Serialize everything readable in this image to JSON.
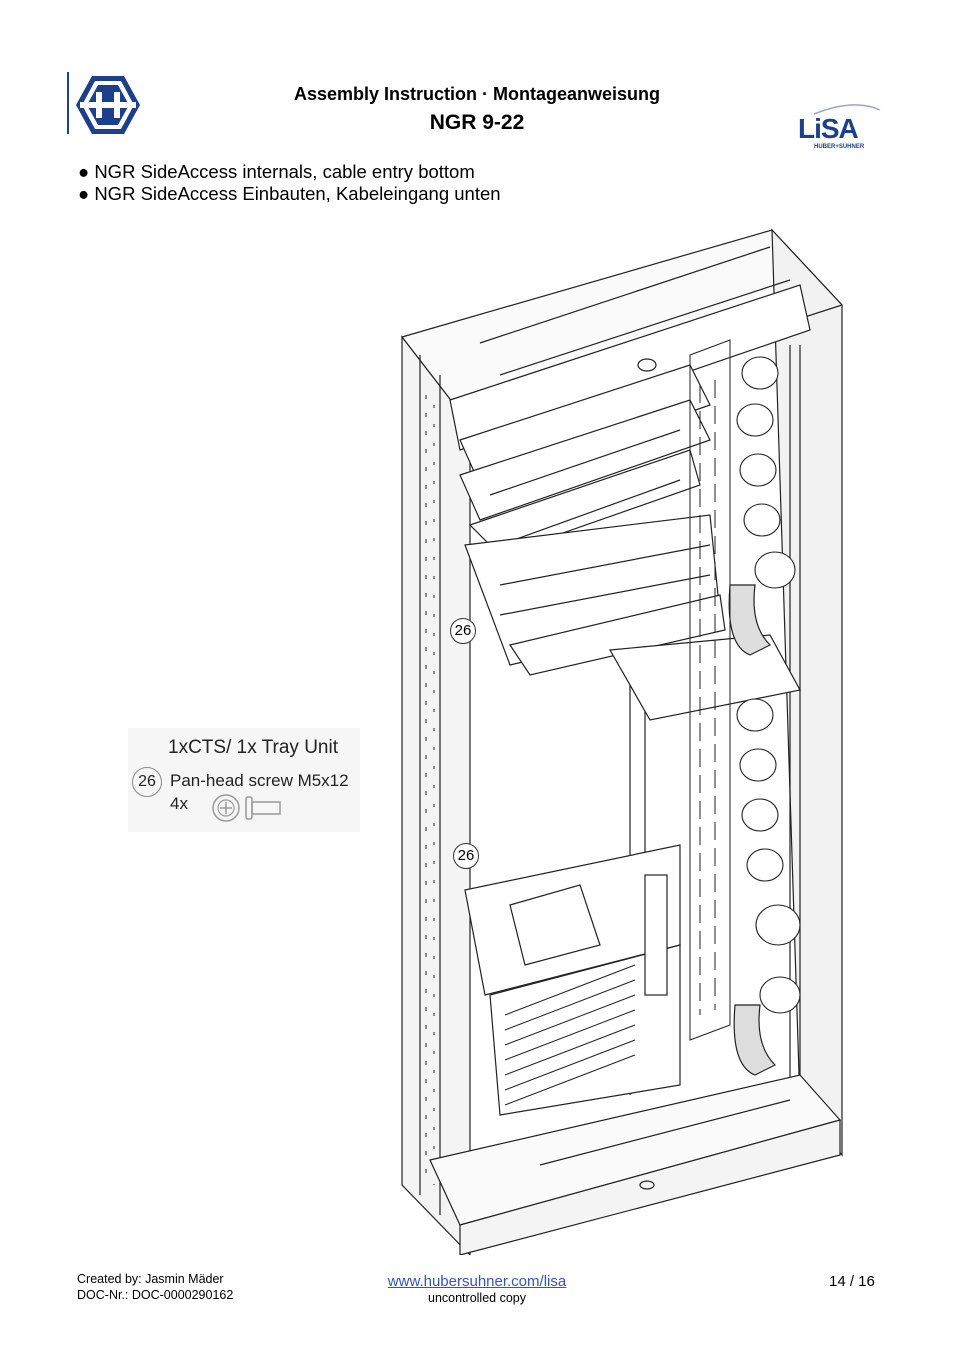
{
  "header": {
    "title": "Assembly Instruction · Montageanweisung",
    "subtitle": "NGR 9-22"
  },
  "logos": {
    "left": {
      "icon": "huber-suhner-h-logo",
      "color": "#1e3f8a"
    },
    "right": {
      "icon": "lisa-logo",
      "wordmark": "LiSA",
      "tagline": "HUBER+SUHNER",
      "color": "#1e3f8a"
    }
  },
  "bullets": [
    "● NGR SideAccess internals, cable entry bottom",
    "● NGR SideAccess Einbauten, Kabeleingang unten"
  ],
  "legend": {
    "title": "1xCTS/ 1x Tray Unit",
    "number": "26",
    "description": "Pan-head screw M5x12",
    "quantity": "4x",
    "icon": "pan-head-screw-icon"
  },
  "diagram": {
    "icon": "rack-assembly-drawing",
    "callouts": [
      "26",
      "26"
    ]
  },
  "footer": {
    "created_by": "Created by: Jasmin Mäder",
    "doc_nr": "DOC-Nr.: DOC-0000290162",
    "url": "www.hubersuhner.com/lisa",
    "copy_note": "uncontrolled copy",
    "page": "14 / 16"
  }
}
